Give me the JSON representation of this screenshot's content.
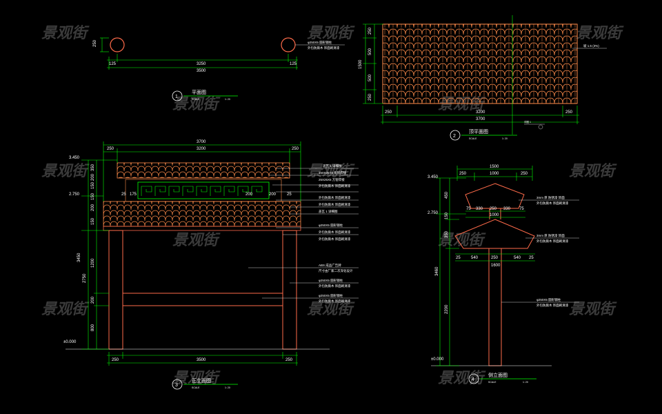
{
  "colors": {
    "background": "#000000",
    "dimension": "#00ff00",
    "outline": "#ff8040",
    "frame": "#ff6b4a",
    "text": "#ffffff",
    "leader": "#ffffff",
    "tile": "#ff8c4a",
    "lattice": "#00ff00",
    "watermark": "#3a3a3a"
  },
  "watermark": "景观街",
  "view1": {
    "number": "1",
    "title": "平面图",
    "scale_label": "SCALE",
    "scale": "1: 20",
    "dim_post": "250",
    "dims_bottom": [
      "125",
      "3250",
      "125"
    ],
    "dim_total": "3500",
    "note_lines": [
      "φ250X5 圆形钢柱",
      "外包防腐木 饰面刷清漆"
    ]
  },
  "view2": {
    "number": "2",
    "title": "顶平面图",
    "scale_label": "SCALE",
    "scale": "1: 20",
    "dims_left": [
      "250",
      "500",
      "500",
      "250"
    ],
    "dim_left_total": "1500",
    "dims_bottom": [
      "250",
      "3200",
      "250"
    ],
    "dim_total": "3700",
    "slope": "坡 1.5  (3%)",
    "detail_tag": "详图 1"
  },
  "view3": {
    "number": "3",
    "title": "正立面图",
    "scale_label": "SCALE",
    "scale": "1: 20",
    "level_top": "3.450",
    "level_mid": "2.750",
    "level_ground": "±0.000",
    "dims_top": [
      "250",
      "3200",
      "250"
    ],
    "dim_top_total": "3700",
    "dims_left": [
      "350",
      "200",
      "150",
      "150",
      "200",
      "150",
      "1200",
      "200",
      "800"
    ],
    "dims_left_total": [
      "2750",
      "3450"
    ],
    "dims_panel": [
      "25",
      "175",
      "200",
      "200",
      "25"
    ],
    "dims_bottom": [
      "250",
      "3500",
      "250"
    ],
    "notes": [
      "盖瓦 1  详细图",
      "150X25X5 角钢焊接",
      "25X25X5 方管焊接",
      "外包防腐木 饰面刷清漆",
      "外包防腐木 饰面刷清漆",
      "外包防腐木 饰面刷清漆",
      "盖瓦 1  详细图",
      "φ250X5 圆形钢柱",
      "外包防腐木 饰面刷清漆",
      "外包防腐木 饰面刷清漆",
      "ABS 成品广告牌",
      "尺寸由厂家二次深化设计",
      "φ250X5 圆形钢柱",
      "外包防腐木 饰面刷清漆",
      "φ250X5 圆形钢柱",
      "外包防腐木 饰面刷清漆"
    ]
  },
  "view4": {
    "number": "4",
    "title": "侧立面图",
    "scale_label": "SCALE",
    "scale": "1: 20",
    "level_top": "3.450",
    "level_mid": "2.750",
    "level_ground": "±0.000",
    "dims_top": [
      "250",
      "1000",
      "250"
    ],
    "dim_top_total": "1500",
    "dims_mid": [
      "75",
      "330",
      "250",
      "330",
      "75"
    ],
    "dim_mid_total": "1000",
    "dims_lower": [
      "25",
      "540",
      "250",
      "540",
      "25"
    ],
    "dim_lower_total": "1600",
    "dims_left": [
      "450",
      "150",
      "350",
      "2200"
    ],
    "dim_left_total": "3460",
    "notes": [
      "3mm 厚 防锈漆 饰面",
      "外包防腐木 饰面刷清漆",
      "3mm 厚 防锈漆 饰面",
      "外包防腐木 饰面刷清漆",
      "φ250X5 圆形钢柱",
      "外包防腐木 饰面刷清漆"
    ]
  }
}
